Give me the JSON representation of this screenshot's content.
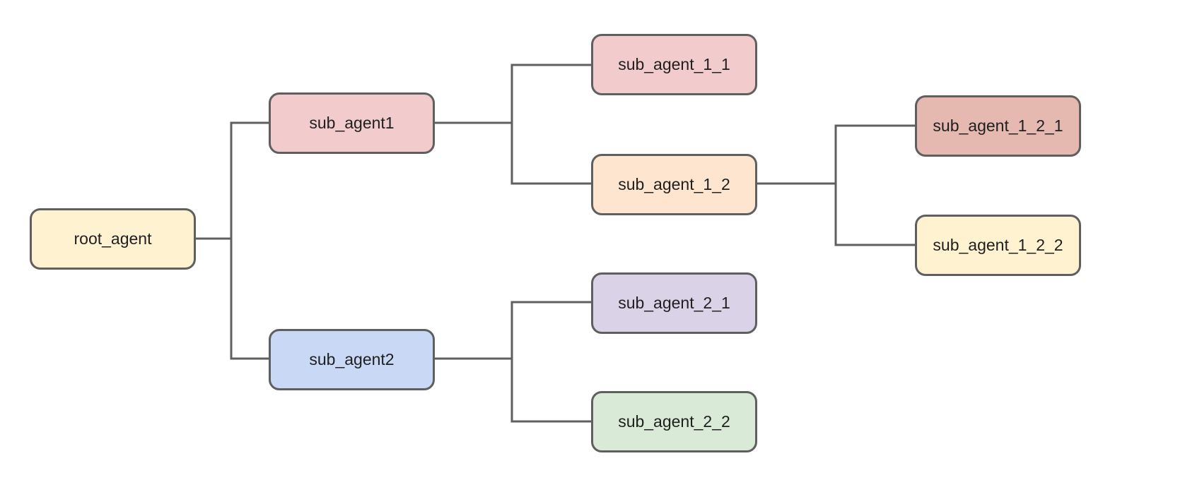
{
  "nodes": {
    "root": {
      "label": "root_agent",
      "color": "#fff2d0"
    },
    "sub1": {
      "label": "sub_agent1",
      "color": "#f2cbcd"
    },
    "sub2": {
      "label": "sub_agent2",
      "color": "#c9d9f5"
    },
    "sub1_1": {
      "label": "sub_agent_1_1",
      "color": "#f2cbcd"
    },
    "sub1_2": {
      "label": "sub_agent_1_2",
      "color": "#fde5cf"
    },
    "sub2_1": {
      "label": "sub_agent_2_1",
      "color": "#dad3e8"
    },
    "sub2_2": {
      "label": "sub_agent_2_2",
      "color": "#d9ead7"
    },
    "sub1_2_1": {
      "label": "sub_agent_1_2_1",
      "color": "#e5b8b0"
    },
    "sub1_2_2": {
      "label": "sub_agent_1_2_2",
      "color": "#fff2d0"
    }
  },
  "edges": [
    [
      "root",
      "sub1"
    ],
    [
      "root",
      "sub2"
    ],
    [
      "sub1",
      "sub1_1"
    ],
    [
      "sub1",
      "sub1_2"
    ],
    [
      "sub2",
      "sub2_1"
    ],
    [
      "sub2",
      "sub2_2"
    ],
    [
      "sub1_2",
      "sub1_2_1"
    ],
    [
      "sub1_2",
      "sub1_2_2"
    ]
  ],
  "connector_color": "#5f5f5f",
  "border_color": "#5f5f5f"
}
